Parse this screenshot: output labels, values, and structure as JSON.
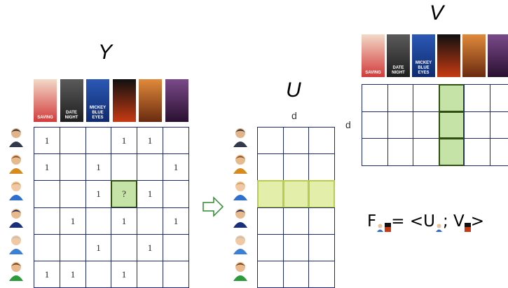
{
  "labels": {
    "Y": "Y",
    "U": "U",
    "V": "V",
    "d_u": "d",
    "d_v": "d"
  },
  "rating_values": [
    [
      "1",
      "",
      "",
      "1",
      "1",
      ""
    ],
    [
      "1",
      "",
      "1",
      "",
      "",
      "1"
    ],
    [
      "",
      "",
      "1",
      "?",
      "1",
      ""
    ],
    [
      "",
      "1",
      "",
      "1",
      "",
      "1"
    ],
    [
      "",
      "",
      "1",
      "",
      "1",
      ""
    ],
    [
      "1",
      "1",
      "",
      "1",
      "",
      ""
    ]
  ],
  "highlighted_cell": {
    "row": 2,
    "col": 3,
    "text": "?"
  },
  "movies": [
    {
      "id": "saving-silverman",
      "caption": "SAVING",
      "colors": [
        "#f3d9c8",
        "#d23a3a"
      ]
    },
    {
      "id": "date-night",
      "caption": "DATE NIGHT",
      "colors": [
        "#5a5a5a",
        "#1e1e1e"
      ]
    },
    {
      "id": "mickey-blue-eyes",
      "caption": "MICKEY BLUE EYES",
      "colors": [
        "#2b58b5",
        "#0f2a6e"
      ]
    },
    {
      "id": "star-trek",
      "caption": "",
      "colors": [
        "#101010",
        "#c83a12"
      ]
    },
    {
      "id": "star-trek-2",
      "caption": "",
      "colors": [
        "#e08a3a",
        "#6a2a10"
      ]
    },
    {
      "id": "star-trek-4",
      "caption": "",
      "colors": [
        "#7a4a8a",
        "#2a1030"
      ]
    }
  ],
  "users": [
    {
      "icon": "businessman-user-icon"
    },
    {
      "icon": "woman-user-icon"
    },
    {
      "icon": "man-user-icon"
    },
    {
      "icon": "police-user-icon"
    },
    {
      "icon": "boy-user-icon"
    },
    {
      "icon": "green-shirt-user-icon"
    }
  ],
  "formula": {
    "F": "F",
    "eq": "= <U",
    "semi": "; V",
    "close": ">"
  },
  "colors": {
    "grid": "#1f2a6e",
    "highlight_fill": "#c5e3a6",
    "highlight_border": "#2f4f12",
    "u_row_fill": "#e3eeaa",
    "u_row_border": "#b8cc4d",
    "v_col_fill": "#c5e3a6",
    "arrow": "#2e8b2e"
  }
}
